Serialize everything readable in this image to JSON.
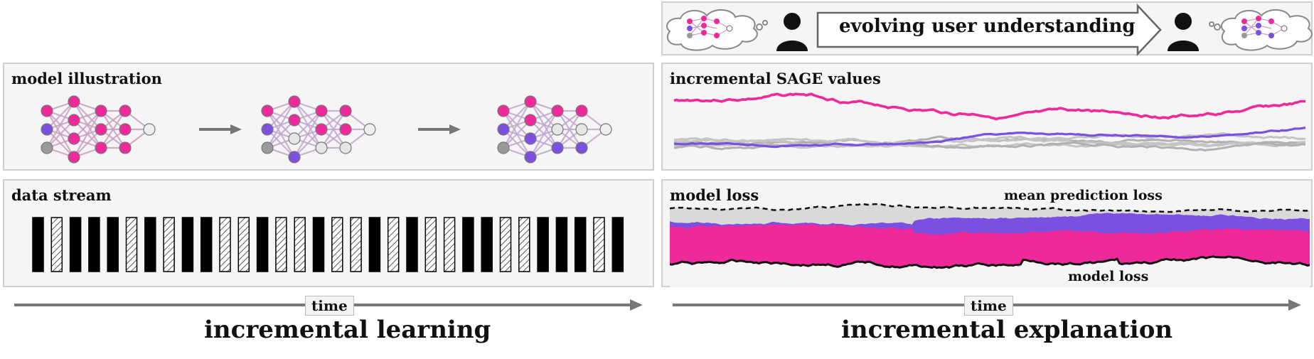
{
  "panels": {
    "model_illustration": "model illustration",
    "data_stream": "data stream",
    "sage": "incremental SAGE values",
    "loss": "model loss"
  },
  "loss_labels": {
    "mean": "mean prediction loss",
    "model": "model loss"
  },
  "top": {
    "arrow_label": "evolving user understanding"
  },
  "timeline": {
    "left_label": "time",
    "right_label": "time"
  },
  "captions": {
    "left": "incremental learning",
    "right": "incremental explanation"
  },
  "colors": {
    "pink": "#ee2a9a",
    "purple": "#7b4fe0",
    "grey": "#bdbdbd",
    "panel_bg": "#f5f5f5"
  },
  "data_stream_pattern": [
    "solid",
    "hatched",
    "solid",
    "solid",
    "solid",
    "hatched",
    "solid",
    "hatched",
    "solid",
    "solid",
    "hatched",
    "hatched",
    "solid",
    "hatched",
    "hatched",
    "solid",
    "hatched",
    "hatched",
    "solid",
    "hatched",
    "solid",
    "hatched",
    "hatched",
    "solid",
    "solid",
    "hatched",
    "hatched",
    "solid",
    "solid",
    "solid",
    "hatched",
    "solid"
  ]
}
